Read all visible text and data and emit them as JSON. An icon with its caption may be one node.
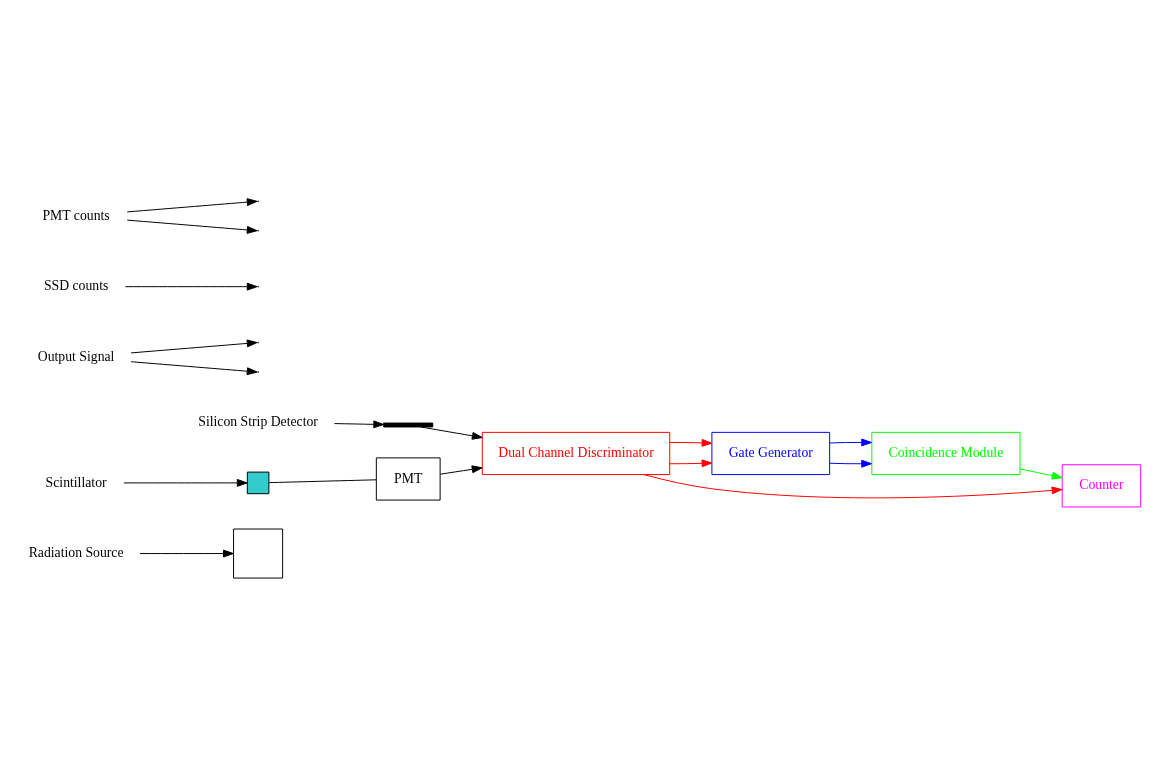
{
  "diagram": {
    "nodes": [
      {
        "text": [
          "Radiation Source"
        ]
      },
      {
        "text": [],
        "shape": "box"
      },
      {
        "text": [
          "Silicon Strip Detector"
        ]
      },
      {
        "text": [],
        "shape": "bar"
      },
      {
        "text": [
          "Scintillator"
        ]
      },
      {
        "text": [],
        "shape": "box"
      },
      {
        "text": [
          "PMT"
        ]
      },
      {
        "text": [
          "Output Signal"
        ]
      },
      {
        "text": [
          "Dual Channel Discriminator"
        ]
      },
      {
        "text": [
          "SSD counts"
        ]
      },
      {
        "text": [
          "PMT counts"
        ]
      },
      {
        "text": [
          "Gate Generator"
        ]
      },
      {
        "text": [
          "Coincidence Module"
        ]
      },
      {
        "text": [
          "Counter"
        ]
      }
    ],
    "edges": [
      {
        "from": 0,
        "to": 1,
        "arrow": "to"
      },
      {
        "from": 2,
        "to": 3,
        "arrow": "to"
      },
      {
        "from": 4,
        "to": 5,
        "arrow": "to"
      },
      {
        "from": 5,
        "to": 6,
        "arrow": "none"
      },
      {
        "from": 3,
        "to": 8,
        "arrow": "to"
      },
      {
        "from": 6,
        "to": 8,
        "arrow": "to"
      },
      {
        "from": 7,
        "to": null,
        "arrow": "to"
      },
      {
        "from": 7,
        "to": null,
        "arrow": "to"
      },
      {
        "from": 8,
        "to": 11,
        "arrow": "to",
        "color": "#ff0000"
      },
      {
        "from": 8,
        "to": 11,
        "arrow": "to",
        "color": "#ff0000"
      },
      {
        "from": 8,
        "to": 13,
        "arrow": "to",
        "color": "#ff0000"
      },
      {
        "from": 9,
        "to": null,
        "arrow": "to"
      },
      {
        "from": 10,
        "to": null,
        "arrow": "to"
      },
      {
        "from": 10,
        "to": null,
        "arrow": "to"
      },
      {
        "from": 11,
        "to": 12,
        "arrow": "to",
        "color": "#0000ff"
      },
      {
        "from": 11,
        "to": 12,
        "arrow": "to",
        "color": "#0000ff"
      },
      {
        "from": 12,
        "to": 13,
        "arrow": "to",
        "color": "#00ff00"
      }
    ]
  }
}
